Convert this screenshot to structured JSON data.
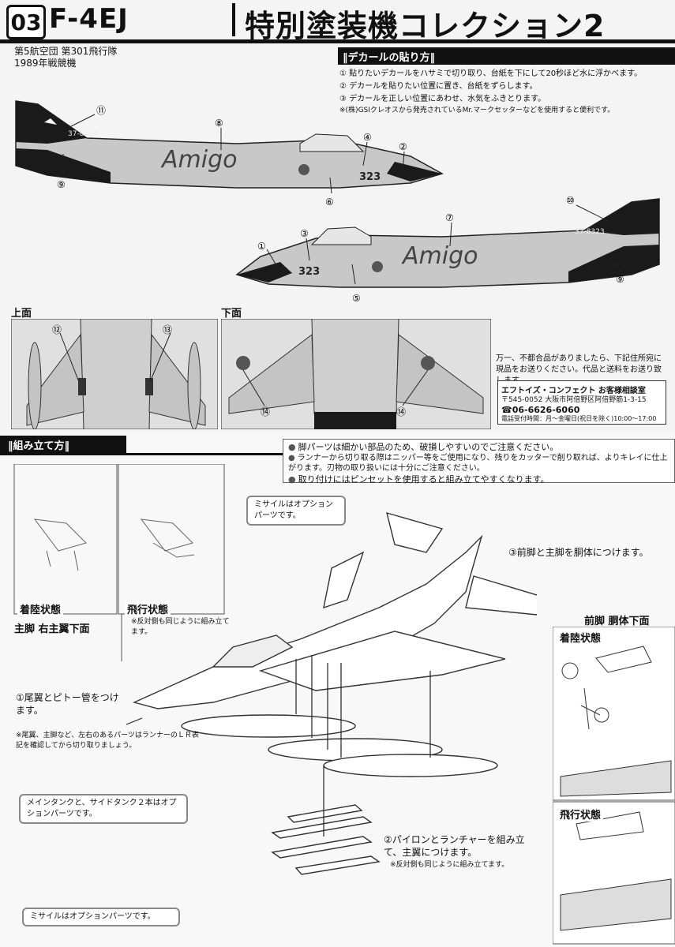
{
  "header": {
    "number": "03",
    "model": "F-4EJ",
    "series_title": "特別塗装機コレクション2",
    "unit_line1": "第5航空団 第301飛行隊",
    "unit_line2": "1989年戦競機"
  },
  "decals": {
    "section_title": "‖デカールの貼り方‖",
    "steps": [
      "① 貼りたいデカールをハサミで切り取り、台紙を下にして20秒ほど水に浮かべます。",
      "② デカールを貼りたい位置に置き、台紙をずらします。",
      "③ デカールを正しい位置にあわせ、水気をふきとります。",
      "※(株)GSIクレオスから発売されているMr.マークセッターなどを使用すると便利です。"
    ],
    "nose_text": "323",
    "tail_text": "37-8323",
    "script_text": "Amigo",
    "numbers": [
      "①",
      "②",
      "③",
      "④",
      "⑤",
      "⑥",
      "⑦",
      "⑧",
      "⑨",
      "⑩",
      "⑪",
      "⑫",
      "⑬",
      "⑭"
    ]
  },
  "views": {
    "top_label": "上面",
    "bottom_label": "下面"
  },
  "notice": {
    "text": "万一、不都合品がありましたら、下記住所宛に現品をお送りください。代品と送料をお送り致します。",
    "company": "エフトイズ・コンフェクト お客様相談室",
    "address": "〒545-0052 大阪市阿倍野区阿倍野筋1-3-15",
    "phone": "☎06-6626-6060",
    "hours": "電話受付時間：月～金曜日(祝日を除く)10:00～17:00"
  },
  "assembly": {
    "section_title": "‖組み立て方‖",
    "cautions": [
      "脚パーツは細かい部品のため、破損しやすいのでご注意ください。",
      "ランナーから切り取る際はニッパー等をご使用になり、残りをカッターで削り取れば、よりキレイに仕上がります。刃物の取り扱いには十分にご注意ください。",
      "取り付けにはピンセットを使用すると組み立てやすくなります。"
    ],
    "missile_option_top": "ミサイルはオプションパーツです。",
    "landing_state": "着陸状態",
    "flight_state": "飛行状態",
    "main_gear_label": "主脚 右主翼下面",
    "main_gear_note": "※反対側も同じように組み立てます。",
    "step1": "①尾翼とピトー管をつけます。",
    "step1_note": "※尾翼、主脚など、左右のあるパーツはランナーのＬＲ表記を確認してから切り取りましょう。",
    "tank_option": "メインタンクと、サイドタンク２本はオプションパーツです。",
    "step2": "②パイロンとランチャーを組み立て、主翼につけます。",
    "step2_note": "※反対側も同じように組み立てます。",
    "missile_option_bottom": "ミサイルはオプションパーツです。",
    "step3": "③前脚と主脚を胴体につけます。",
    "front_gear_label": "前脚 胴体下面",
    "front_landing": "着陸状態",
    "front_flight": "飛行状態"
  },
  "colors": {
    "ink": "#111111",
    "paper": "#f4f4f4",
    "aircraft_gray": "#c8c8c8",
    "tail_black": "#1a1a1a"
  }
}
